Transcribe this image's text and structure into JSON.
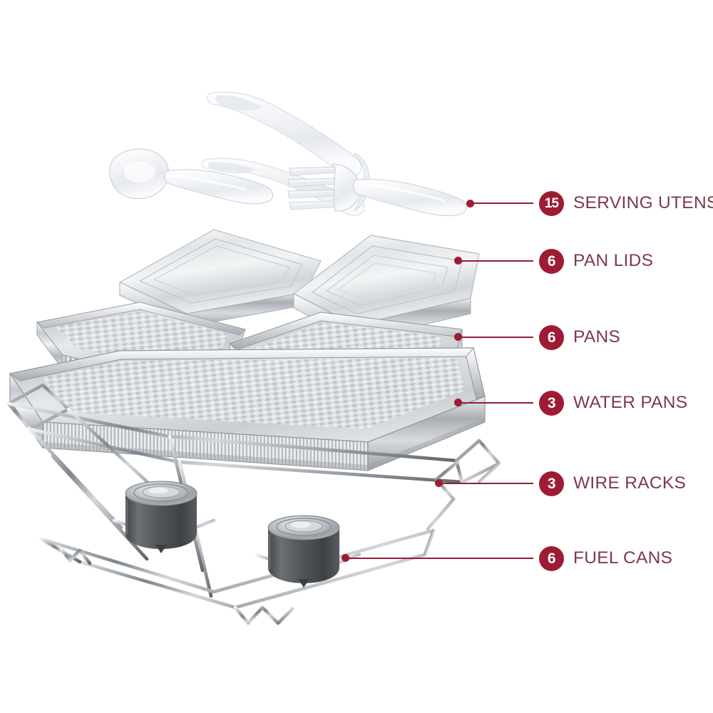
{
  "colors": {
    "accent": "#9e1b34",
    "accent_line": "#8e2038",
    "label_text": "#7d3a48",
    "background": "#ffffff",
    "foil_light": "#f4f5f6",
    "foil_mid": "#c9ccd0",
    "foil_dark": "#8d9297",
    "chrome_light": "#e8eaec",
    "chrome_dark": "#6e7378",
    "fuel_can_body": "#585b5f",
    "fuel_can_lid": "#b9bdc1",
    "plastic_clear": "#f7f8fa"
  },
  "callouts": [
    {
      "count": "15",
      "label": "SERVING UTENSILS",
      "name": "serving-utensils"
    },
    {
      "count": "6",
      "label": "PAN LIDS",
      "name": "pan-lids"
    },
    {
      "count": "6",
      "label": "PANS",
      "name": "pans"
    },
    {
      "count": "3",
      "label": "WATER PANS",
      "name": "water-pans"
    },
    {
      "count": "3",
      "label": "WIRE RACKS",
      "name": "wire-racks"
    },
    {
      "count": "6",
      "label": "FUEL CANS",
      "name": "fuel-cans"
    }
  ],
  "product": {
    "name": "disposable-chafing-dish-buffet-set",
    "parts": [
      "serving-utensils",
      "pan-lids",
      "pans",
      "water-pans",
      "wire-racks",
      "fuel-cans"
    ]
  }
}
